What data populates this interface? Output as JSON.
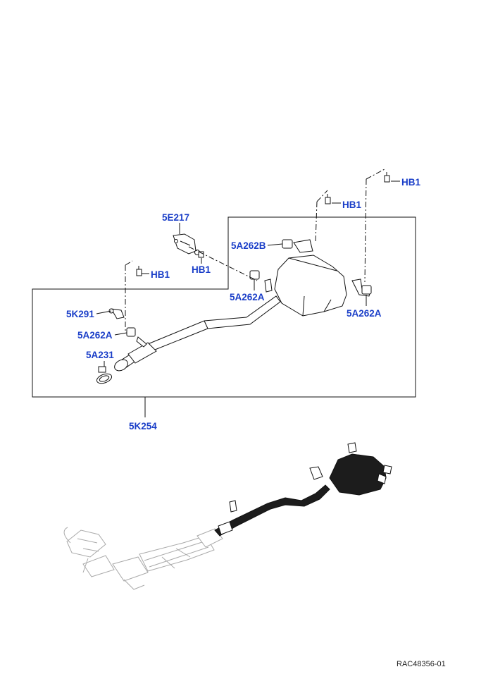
{
  "labels": {
    "hb1_top": "HB1",
    "hb1_mid": "HB1",
    "hb1_bracket": "HB1",
    "hb1_left": "HB1",
    "p5e217": "5E217",
    "p5a262b": "5A262B",
    "p5a262a_center": "5A262A",
    "p5a262a_right": "5A262A",
    "p5k291": "5K291",
    "p5a262a_left": "5A262A",
    "p5a231": "5A231",
    "p5k254": "5K254"
  },
  "reference": "RAC48356-01",
  "colors": {
    "callout": "#1a3ec8",
    "line": "#111111",
    "ghost": "#a9a9a9",
    "muffler_fill": "#1c1c1c"
  }
}
